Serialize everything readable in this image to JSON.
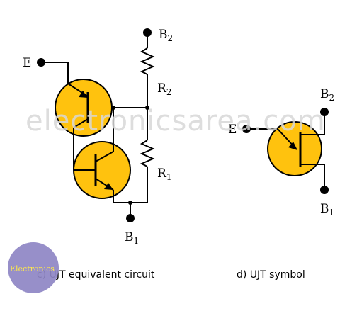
{
  "circuit": {
    "emitter_label": "E",
    "b2_letter": "B",
    "b2_sub": "2",
    "r2_letter": "R",
    "r2_sub": "2",
    "r1_letter": "R",
    "r1_sub": "1",
    "b1_letter": "B",
    "b1_sub": "1",
    "caption": "c) UJT equivalent circuit"
  },
  "symbol": {
    "emitter_label": "E",
    "b2_letter": "B",
    "b2_sub": "2",
    "b1_letter": "B",
    "b1_sub": "1",
    "caption": "d) UJT symbol"
  },
  "watermark": "electronicsarea.com",
  "logo_text": "Electronics",
  "colors": {
    "transistor_fill": "#ffc20e",
    "wire": "#000000",
    "logo_fill": "#8e86c4",
    "watermark": "#d8d8d8"
  }
}
